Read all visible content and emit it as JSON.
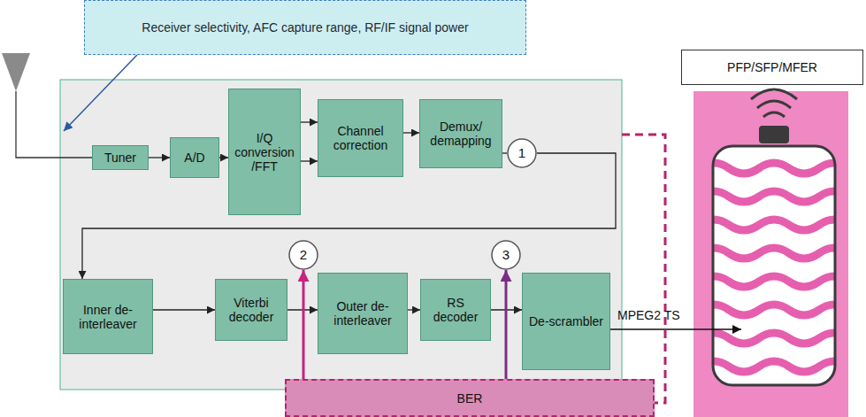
{
  "diagram": {
    "nodes": [
      {
        "text": [
          "Receiver selectivity, AFC capture range, RF/IF signal power"
        ]
      },
      {
        "text": [
          "Tuner"
        ]
      },
      {
        "text": [
          "A/D"
        ]
      },
      {
        "text": [
          "I/Q conversion /FFT"
        ]
      },
      {
        "text": [
          "Channel correction"
        ]
      },
      {
        "text": [
          "Demux/ demapping"
        ]
      },
      {
        "text": [
          "1"
        ]
      },
      {
        "text": [
          "PFP/SFP/MFER"
        ]
      },
      {
        "text": [
          "Inner de-interleaver"
        ]
      },
      {
        "text": [
          "Viterbi decoder"
        ]
      },
      {
        "text": [
          "2"
        ]
      },
      {
        "text": [
          "Outer de-interleaver"
        ]
      },
      {
        "text": [
          "RS decoder"
        ]
      },
      {
        "text": [
          "3"
        ]
      },
      {
        "text": [
          "De-scrambler"
        ]
      },
      {
        "text": [
          "BER"
        ]
      }
    ],
    "edges": [
      {
        "from": 1,
        "to": 2,
        "arrow": "to"
      },
      {
        "from": 2,
        "to": 3,
        "arrow": "to"
      },
      {
        "from": 3,
        "to": 4,
        "arrow": "to"
      },
      {
        "from": 3,
        "to": 4,
        "arrow": "to"
      },
      {
        "from": 4,
        "to": 5,
        "arrow": "to"
      },
      {
        "from": 5,
        "to": 6,
        "arrow": "none"
      },
      {
        "from": 6,
        "to": 8,
        "arrow": "to"
      },
      {
        "from": 8,
        "to": 9,
        "arrow": "to"
      },
      {
        "from": 9,
        "to": 11,
        "arrow": "to"
      },
      {
        "from": 11,
        "to": 12,
        "arrow": "to"
      },
      {
        "from": 12,
        "to": 14,
        "arrow": "to"
      },
      {
        "from": 15,
        "to": 10,
        "arrow": "to"
      },
      {
        "from": 15,
        "to": 13,
        "arrow": "to"
      }
    ],
    "labels": [
      "MPEG2 TS"
    ]
  }
}
